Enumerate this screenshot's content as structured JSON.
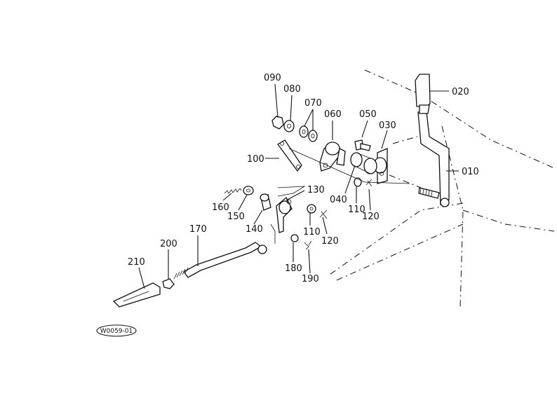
{
  "diagram_code": "W0059-01",
  "part_labels": {
    "p010": "010",
    "p020": "020",
    "p030": "030",
    "p040": "040",
    "p050": "050",
    "p060": "060",
    "p070": "070",
    "p080": "080",
    "p090": "090",
    "p100": "100",
    "p110a": "110",
    "p110b": "110",
    "p120a": "120",
    "p120b": "120",
    "p130": "130",
    "p140": "140",
    "p150": "150",
    "p160": "160",
    "p170": "170",
    "p180": "180",
    "p190": "190",
    "p200": "200",
    "p210": "210"
  }
}
